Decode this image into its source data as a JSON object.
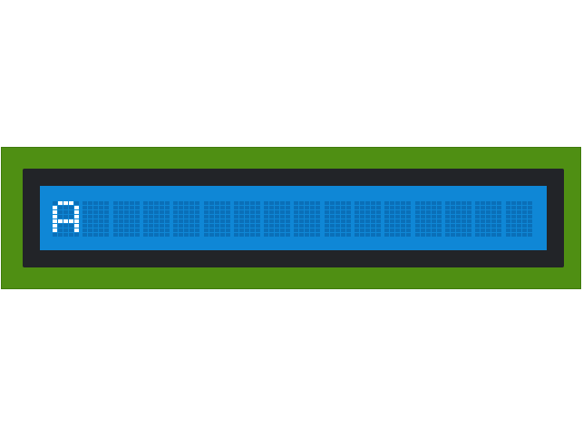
{
  "display": {
    "columns": 16,
    "rows": 1,
    "text": "A",
    "colors": {
      "pcb": "#4f8f13",
      "bezel": "#222428",
      "lcd_background": "#0f87d6",
      "dot_off": "#0a6fb8",
      "dot_on": "#ffffff"
    }
  },
  "font": {
    "A": [
      "01110",
      "10001",
      "10001",
      "10001",
      "11111",
      "10001",
      "10001",
      "00000"
    ],
    " ": [
      "00000",
      "00000",
      "00000",
      "00000",
      "00000",
      "00000",
      "00000",
      "00000"
    ]
  }
}
